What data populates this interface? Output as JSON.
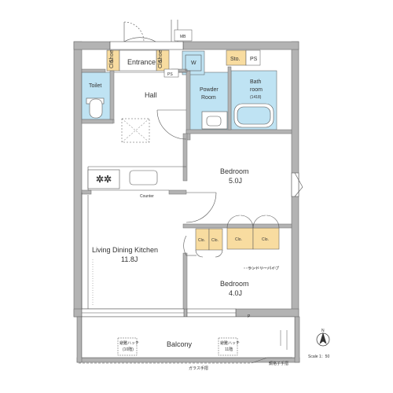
{
  "colors": {
    "wall": "#b3b3b3",
    "wall_dark": "#8c8c8c",
    "wet_area": "#bfe3f3",
    "closet": "#f8dca0",
    "line": "#555555",
    "background": "#ffffff"
  },
  "labels": {
    "mb": "MB",
    "entrance": "Entrance",
    "shoe_clo_left": [
      "Shoe",
      "Clo."
    ],
    "shoe_clo_right": [
      "Shoe",
      "Clo."
    ],
    "ps_entrance": "PS",
    "w": "W",
    "sto": "Sto.",
    "ps_top": "PS",
    "toilet": "Toilet",
    "hall": "Hall",
    "powder_room": [
      "Powder",
      "Room"
    ],
    "bathroom": [
      "Bath",
      "room",
      "(1418)"
    ],
    "bedroom1_name": "Bedroom",
    "bedroom1_size": "5.0J",
    "counter": "Counter",
    "ldk_name": "Living Dining Kitchen",
    "ldk_size": "11.8J",
    "clo_small_1": "Clo.",
    "clo_small_2": "Clo.",
    "clo_big_1": "Clo.",
    "clo_big_2": "Clo.",
    "laundry": "ランドリーパイプ",
    "bedroom2_name": "Bedroom",
    "bedroom2_size": "4.0J",
    "p_mark": "P",
    "balcony": "Balcony",
    "hatch_left": [
      "避難ハッチ",
      "(10階)"
    ],
    "hatch_right": [
      "避難ハッチ",
      "11階"
    ],
    "glass_rail": "ガラス手摺",
    "steel_rail": "鋼格子手摺",
    "compass_n": "N",
    "scale": "Scale 1：50"
  }
}
